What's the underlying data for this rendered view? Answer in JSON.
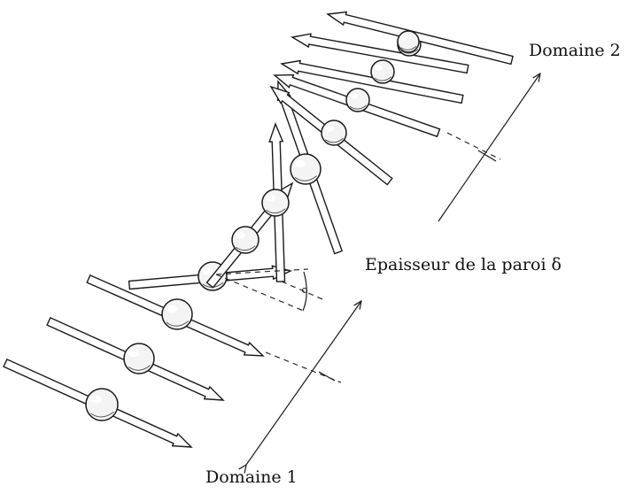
{
  "labels": {
    "domain2": "Domaine 2",
    "wall_thickness": "Epaisseur de la paroi δ",
    "domain1": "Domaine 1"
  }
}
